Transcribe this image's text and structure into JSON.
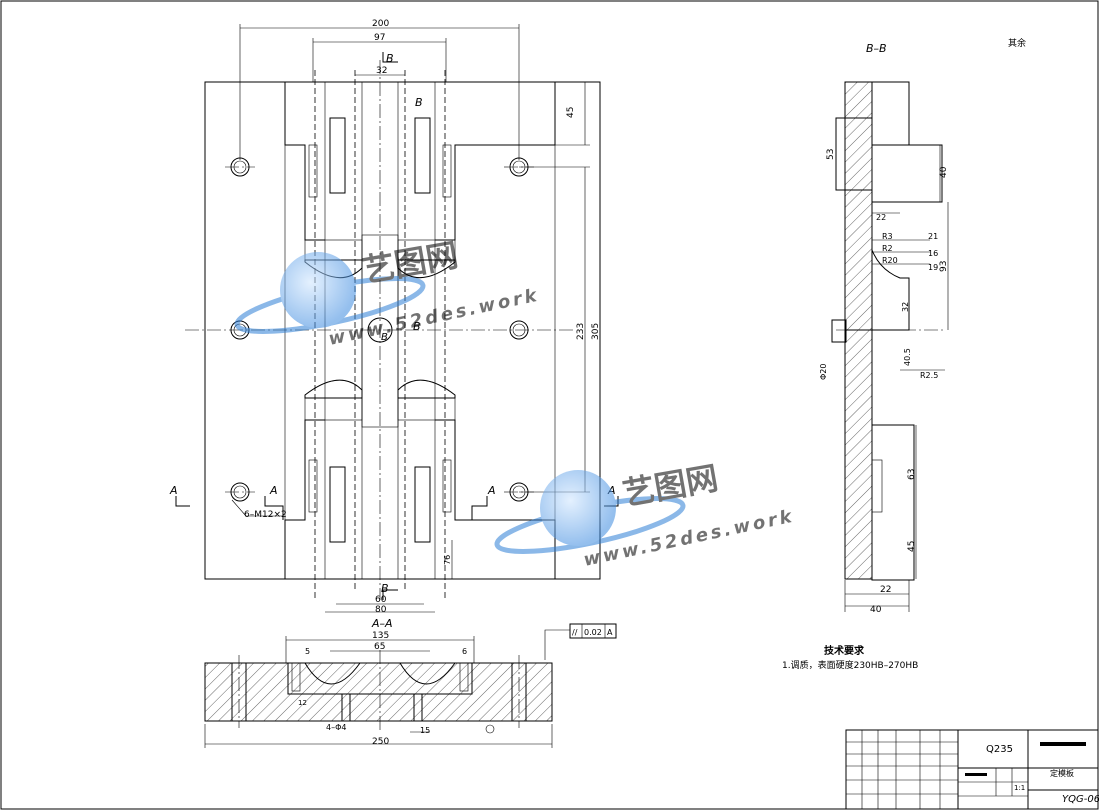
{
  "views": {
    "section_bb_title": "B–B",
    "section_aa_title": "A–A",
    "roughness_note": "其余"
  },
  "plan_dims": {
    "d200": "200",
    "d97": "97",
    "d32": "32",
    "d45": "45",
    "d233": "233",
    "d305": "305",
    "d60": "60",
    "d80": "80",
    "d76": "76",
    "holes": "6–M12×2",
    "cut_a": "A",
    "cut_b": "B"
  },
  "aa_dims": {
    "d135": "135",
    "d65": "65",
    "d5": "5",
    "d6": "6",
    "d250": "250",
    "d15": "15",
    "d12": "12",
    "holes": "4–Φ4",
    "tolerance_symbol": "//",
    "tolerance_value": "0.02",
    "datum": "A"
  },
  "bb_dims": {
    "d53": "53",
    "d40": "40",
    "d22a": "22",
    "r3": "R3",
    "r2": "R2",
    "r20": "R20",
    "d21": "21",
    "d16": "16",
    "d19": "19",
    "d93": "93",
    "d32": "32",
    "d40_5": "40.5",
    "r2_5": "R2.5",
    "d63": "63",
    "d45": "45",
    "d22b": "22",
    "d40b": "40",
    "phi20": "Φ20"
  },
  "notes": {
    "title": "技术要求",
    "line1": "1.调质，表面硬度230HB–270HB"
  },
  "title_block": {
    "material": "Q235",
    "drawing_no": "YQG-06",
    "part_name": "定模板",
    "scale": "1:1"
  },
  "watermark": {
    "brand": "艺图网",
    "url": "www.52des.work"
  }
}
